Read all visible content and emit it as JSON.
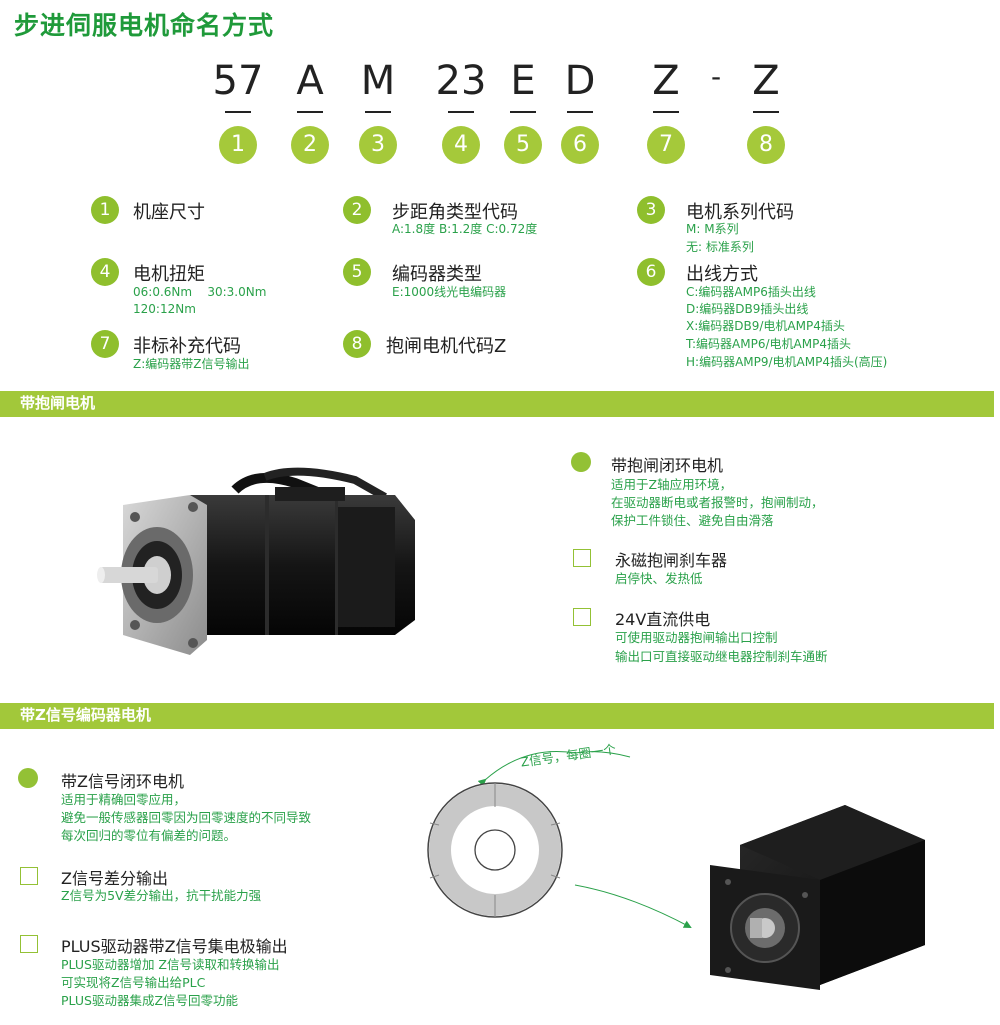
{
  "title": "步进伺服电机命名方式",
  "code_chars": [
    {
      "text": "57",
      "num": "1"
    },
    {
      "text": "A",
      "num": "2"
    },
    {
      "text": "M",
      "num": "3"
    },
    {
      "text": "23",
      "num": "4"
    },
    {
      "text": "E",
      "num": "5"
    },
    {
      "text": "D",
      "num": "6"
    },
    {
      "text": "Z",
      "num": "7"
    },
    {
      "text": "-",
      "num": ""
    },
    {
      "text": "Z",
      "num": "8"
    }
  ],
  "definitions": [
    {
      "num": "1",
      "title": "机座尺寸",
      "lines": []
    },
    {
      "num": "2",
      "title": "步距角类型代码",
      "lines": [
        "A:1.8度  B:1.2度  C:0.72度"
      ]
    },
    {
      "num": "3",
      "title": "电机系列代码",
      "lines": [
        "M:  M系列",
        "无: 标准系列"
      ]
    },
    {
      "num": "4",
      "title": "电机扭矩",
      "lines": [
        "06:0.6Nm    30:3.0Nm",
        "120:12Nm"
      ]
    },
    {
      "num": "5",
      "title": "编码器类型",
      "lines": [
        "E:1000线光电编码器"
      ]
    },
    {
      "num": "6",
      "title": "出线方式",
      "lines": [
        "C:编码器AMP6插头出线",
        "D:编码器DB9插头出线",
        "X:编码器DB9/电机AMP4插头",
        "T:编码器AMP6/电机AMP4插头",
        "H:编码器AMP9/电机AMP4插头(高压)"
      ]
    },
    {
      "num": "7",
      "title": "非标补充代码",
      "lines": [
        "Z:编码器带Z信号输出"
      ]
    },
    {
      "num": "8",
      "title": "抱闸电机代码Z",
      "lines": []
    }
  ],
  "section1": {
    "header": "带抱闸电机",
    "features": [
      {
        "bullet": "dot",
        "title": "带抱闸闭环电机",
        "lines": [
          "适用于Z轴应用环境，",
          "在驱动器断电或者报警时，抱闸制动，",
          "保护工件锁住、避免自由滑落"
        ]
      },
      {
        "bullet": "box",
        "title": "永磁抱闸刹车器",
        "lines": [
          "启停快、发热低"
        ]
      },
      {
        "bullet": "box",
        "title": "24V直流供电",
        "lines": [
          "可使用驱动器抱闸输出口控制",
          "输出口可直接驱动继电器控制刹车通断"
        ]
      }
    ]
  },
  "section2": {
    "header": "带Z信号编码器电机",
    "features": [
      {
        "bullet": "dot",
        "title": "带Z信号闭环电机",
        "lines": [
          "适用于精确回零应用，",
          "避免一般传感器回零因为回零速度的不同导致",
          "每次回归的零位有偏差的问题。"
        ]
      },
      {
        "bullet": "box",
        "title": "Z信号差分输出",
        "lines": [
          "Z信号为5V差分输出，抗干扰能力强"
        ]
      },
      {
        "bullet": "box",
        "title": "PLUS驱动器带Z信号集电极输出",
        "lines": [
          "PLUS驱动器增加 Z信号读取和转换输出",
          "可实现将Z信号输出给PLC",
          "PLUS驱动器集成Z信号回零功能"
        ]
      }
    ],
    "encoder_label": "Z信号，每圈一个"
  },
  "colors": {
    "accent": "#a2c83a",
    "title_green": "#1f9a3a",
    "sub_green": "#2aa14a"
  }
}
